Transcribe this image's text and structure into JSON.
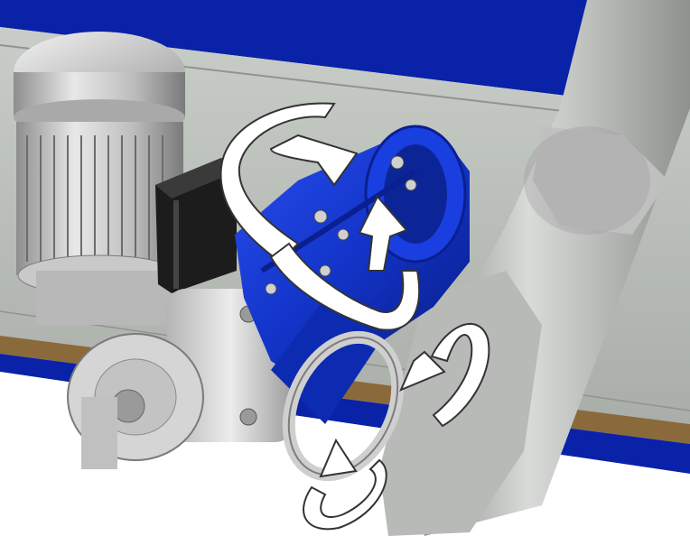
{
  "colors": {
    "background": "#ffffff",
    "panel_blue": "#0a22a8",
    "frame_gray": "#b7bdb8",
    "coupling_blue": "#1234c8",
    "motor_gray": "#bdbdbd",
    "junction_box": "#1c1c1c",
    "pipe_gray": "#a8aaa8",
    "wood_strip": "#8a6a3a",
    "rotation_arrow": "#ffffff"
  },
  "icons": {
    "rotation_arrows": [
      "rotation-arrow-top",
      "rotation-arrow-middle",
      "rotation-arrow-lower",
      "rotation-arrow-bottom"
    ]
  }
}
